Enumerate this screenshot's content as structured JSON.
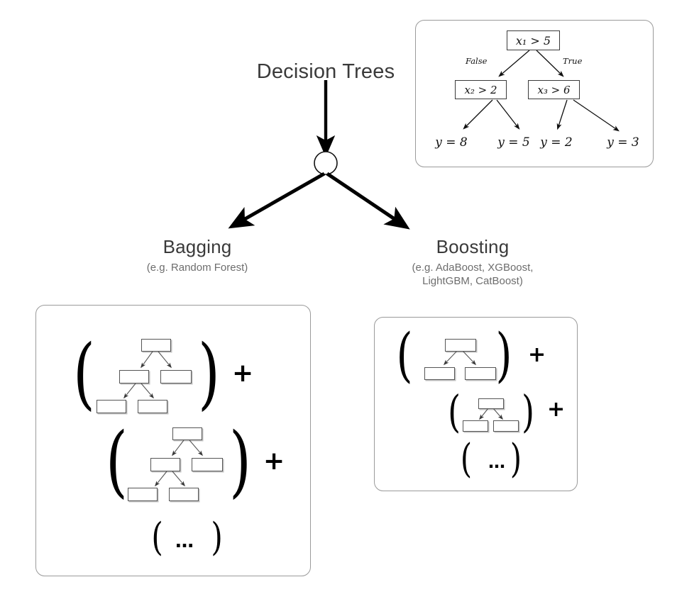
{
  "diagram": {
    "title": "Decision Trees",
    "branches": [
      {
        "label": "Bagging",
        "sublabel": "(e.g. Random Forest)"
      },
      {
        "label": "Boosting",
        "sublabel": "(e.g. AdaBoost, XGBoost,\nLightGBM, CatBoost)"
      }
    ]
  },
  "decision_tree": {
    "root": "x₁ > 5",
    "edge_labels": {
      "left": "False",
      "right": "True"
    },
    "internal": {
      "left": "x₂ > 2",
      "right": "x₃ > 6"
    },
    "leaves": [
      "y = 8",
      "y = 5",
      "y = 2",
      "y = 3"
    ]
  },
  "bagging_box": {
    "terms": [
      {
        "open": "(",
        "close": ")",
        "operator": "+",
        "content": "tree"
      },
      {
        "open": "(",
        "close": ")",
        "operator": "+",
        "content": "tree"
      },
      {
        "open": "(",
        "close": ")",
        "operator": "",
        "content": "…"
      }
    ]
  },
  "boosting_box": {
    "terms": [
      {
        "open": "(",
        "close": ")",
        "operator": "+",
        "content": "tree"
      },
      {
        "open": "(",
        "close": ")",
        "operator": "+",
        "content": "tree"
      },
      {
        "open": "(",
        "close": ")",
        "operator": "",
        "content": "…"
      }
    ]
  },
  "symbols": {
    "plus": "+",
    "paren_open": "(",
    "paren_close": ")",
    "ellipsis": "…"
  },
  "colors": {
    "panel_border": "#9a9a9a",
    "node_border": "#3a3a3a",
    "heading": "#3a3a3a",
    "sublabel": "#6d6d6d",
    "ink": "#000000"
  }
}
